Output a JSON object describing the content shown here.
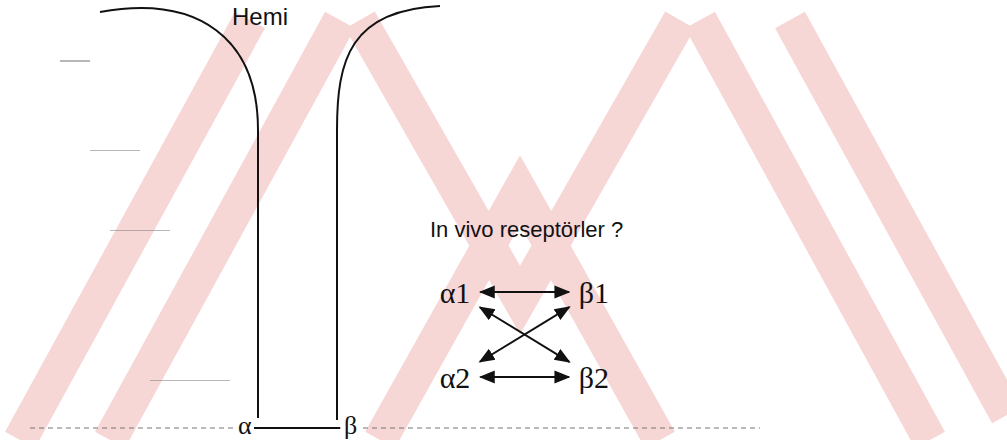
{
  "diagram": {
    "nodes": [
      {
        "text": [
          "α1"
        ]
      },
      {
        "text": [
          "β1"
        ]
      },
      {
        "text": [
          "α2"
        ]
      },
      {
        "text": [
          "β2"
        ]
      }
    ],
    "edges": [
      {
        "from": 0,
        "to": 1,
        "arrow": "both"
      },
      {
        "from": 2,
        "to": 3,
        "arrow": "both"
      },
      {
        "from": 0,
        "to": 3,
        "arrow": "both"
      },
      {
        "from": 1,
        "to": 2,
        "arrow": "both"
      }
    ],
    "labels": [
      "Hemi",
      "In vivo reseptörler ?",
      "α",
      "β"
    ]
  }
}
